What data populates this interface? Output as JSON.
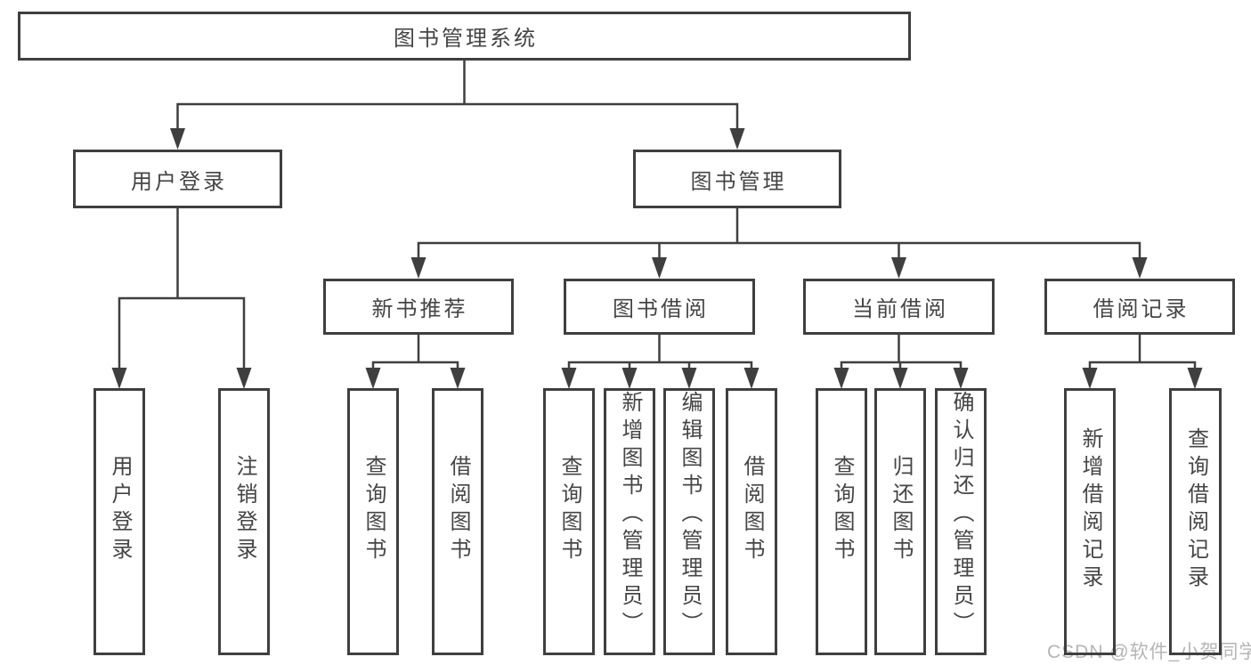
{
  "diagram": {
    "title": "图书管理系统",
    "level2": [
      {
        "label": "用户登录",
        "children": [
          "用户登录",
          "注销登录"
        ]
      },
      {
        "label": "图书管理",
        "children": [
          "新书推荐",
          "图书借阅",
          "当前借阅",
          "借阅记录"
        ]
      }
    ],
    "level3": [
      {
        "label": "新书推荐",
        "children": [
          "查询图书",
          "借阅图书"
        ]
      },
      {
        "label": "图书借阅",
        "children": [
          "查询图书",
          "新增图书（管理员）",
          "编辑图书（管理员）",
          "借阅图书"
        ]
      },
      {
        "label": "当前借阅",
        "children": [
          "查询图书",
          "归还图书",
          "确认归还（管理员）"
        ]
      },
      {
        "label": "借阅记录",
        "children": [
          "新增借阅记录",
          "查询借阅记录"
        ]
      }
    ]
  },
  "watermark": "CSDN @软件_小贺同学",
  "colors": {
    "line": "#3f3f3f",
    "text": "#454545",
    "watermark": "#b5b5b5",
    "background": "#ffffff"
  }
}
